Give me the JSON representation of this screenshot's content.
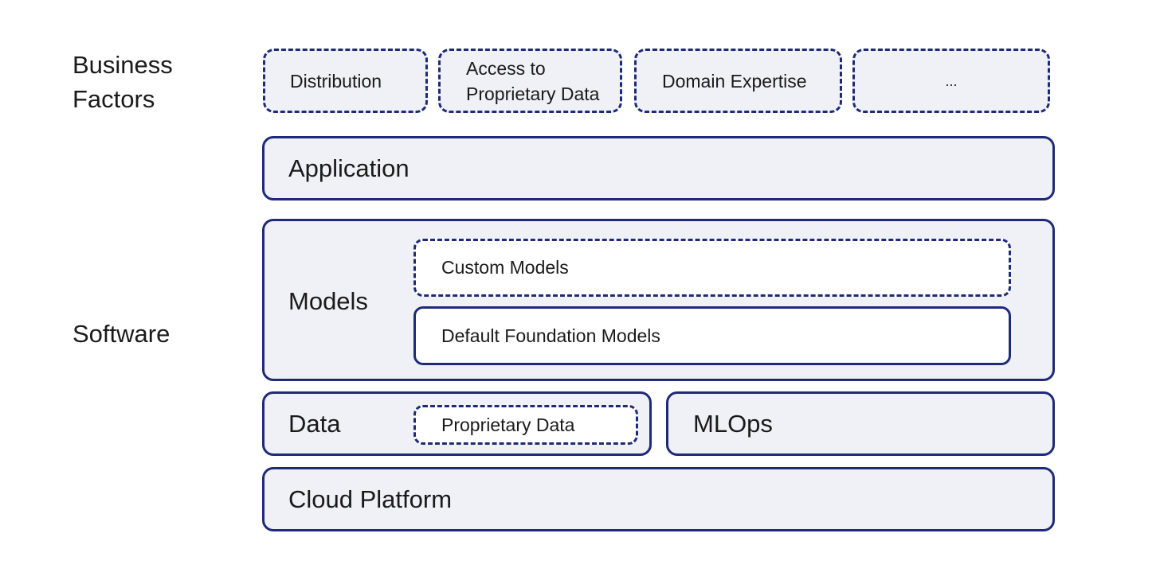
{
  "side_labels": {
    "business_factors_line1": "Business",
    "business_factors_line2": "Factors",
    "software": "Software"
  },
  "business_factors": {
    "distribution": "Distribution",
    "access_line1": "Access to",
    "access_line2": "Proprietary Data",
    "domain_expertise": "Domain Expertise",
    "more": "..."
  },
  "layers": {
    "application": "Application",
    "models": "Models",
    "custom_models": "Custom Models",
    "default_foundation_models": "Default Foundation Models",
    "data": "Data",
    "proprietary_data": "Proprietary Data",
    "mlops": "MLOps",
    "cloud_platform": "Cloud Platform"
  }
}
